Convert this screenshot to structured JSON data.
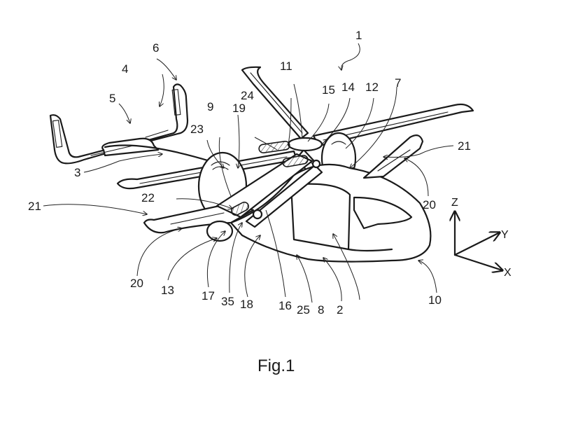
{
  "figure": {
    "caption": "Fig.1",
    "reference_numerals": [
      {
        "id": "ref-1",
        "text": "1"
      },
      {
        "id": "ref-2",
        "text": "2"
      },
      {
        "id": "ref-3",
        "text": "3"
      },
      {
        "id": "ref-4",
        "text": "4"
      },
      {
        "id": "ref-5",
        "text": "5"
      },
      {
        "id": "ref-6",
        "text": "6"
      },
      {
        "id": "ref-7",
        "text": "7"
      },
      {
        "id": "ref-8",
        "text": "8"
      },
      {
        "id": "ref-9",
        "text": "9"
      },
      {
        "id": "ref-10",
        "text": "10"
      },
      {
        "id": "ref-11",
        "text": "11"
      },
      {
        "id": "ref-12",
        "text": "12"
      },
      {
        "id": "ref-13",
        "text": "13"
      },
      {
        "id": "ref-14",
        "text": "14"
      },
      {
        "id": "ref-15",
        "text": "15"
      },
      {
        "id": "ref-16",
        "text": "16"
      },
      {
        "id": "ref-17",
        "text": "17"
      },
      {
        "id": "ref-18",
        "text": "18"
      },
      {
        "id": "ref-19",
        "text": "19"
      },
      {
        "id": "ref-20a",
        "text": "20"
      },
      {
        "id": "ref-20b",
        "text": "20"
      },
      {
        "id": "ref-21a",
        "text": "21"
      },
      {
        "id": "ref-21b",
        "text": "21"
      },
      {
        "id": "ref-22",
        "text": "22"
      },
      {
        "id": "ref-23",
        "text": "23"
      },
      {
        "id": "ref-24",
        "text": "24"
      },
      {
        "id": "ref-25",
        "text": "25"
      },
      {
        "id": "ref-35",
        "text": "35"
      }
    ],
    "axes": {
      "x": "X",
      "y": "Y",
      "z": "Z"
    }
  },
  "colors": {
    "ink": "#1a1a1a",
    "paper": "#ffffff"
  }
}
